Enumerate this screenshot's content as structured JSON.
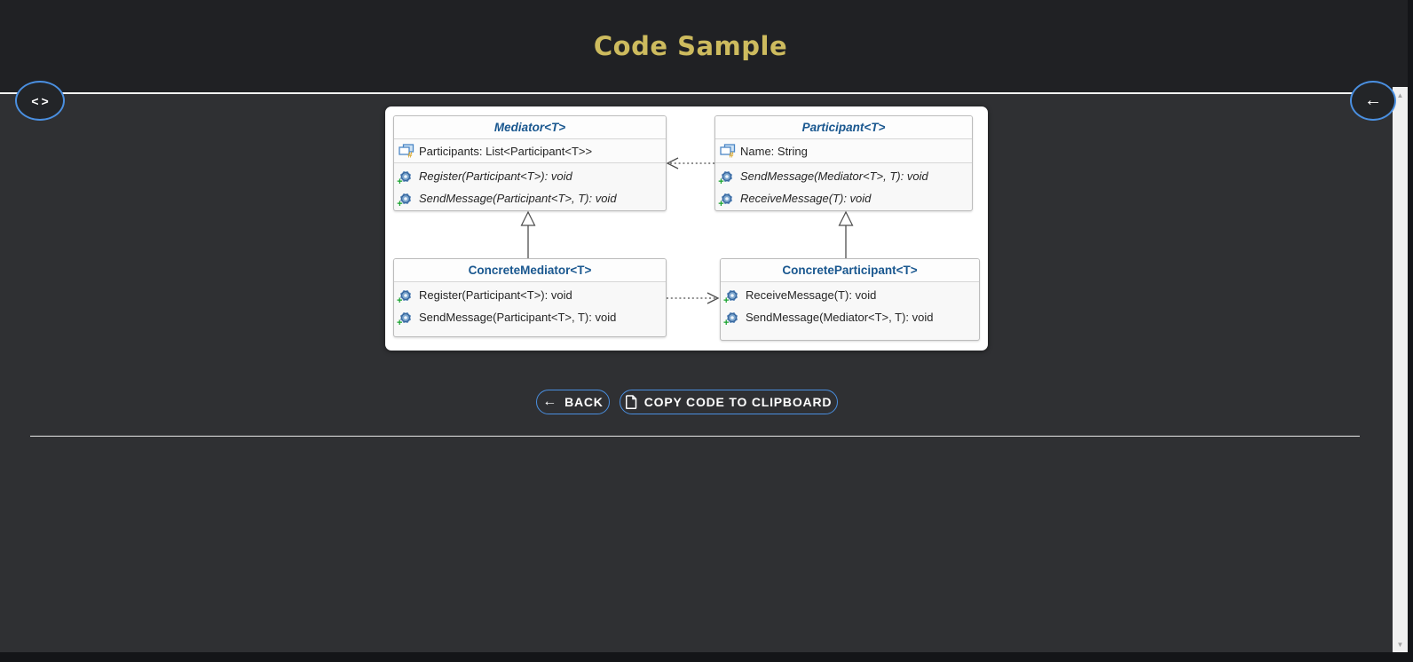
{
  "header": {
    "title": "Code Sample"
  },
  "nav": {
    "code_button_icon": "<>",
    "back_button_icon": "←"
  },
  "diagram": {
    "classes": [
      {
        "name": "Mediator<T>",
        "properties": [
          "Participants: List<Participant<T>>"
        ],
        "methods": [
          "Register(Participant<T>): void",
          "SendMessage(Participant<T>, T): void"
        ]
      },
      {
        "name": "Participant<T>",
        "properties": [
          "Name: String"
        ],
        "methods": [
          "SendMessage(Mediator<T>, T): void",
          "ReceiveMessage(T): void"
        ]
      },
      {
        "name": "ConcreteMediator<T>",
        "properties": [],
        "methods": [
          "Register(Participant<T>): void",
          "SendMessage(Participant<T>, T): void"
        ]
      },
      {
        "name": "ConcreteParticipant<T>",
        "properties": [],
        "methods": [
          "ReceiveMessage(T): void",
          "SendMessage(Mediator<T>, T): void"
        ]
      }
    ]
  },
  "actions": {
    "back": {
      "label": "BACK",
      "icon": "←"
    },
    "copy": {
      "label": "COPY CODE TO CLIPBOARD"
    }
  },
  "scrollbar": {
    "up_icon": "▲",
    "down_icon": "▼"
  },
  "colors": {
    "header_bg": "#202124",
    "page_bg": "#2f3033",
    "title_gold": "#cdbb5e",
    "accent_blue": "#4a8fe0",
    "class_name_blue": "#19578f"
  }
}
